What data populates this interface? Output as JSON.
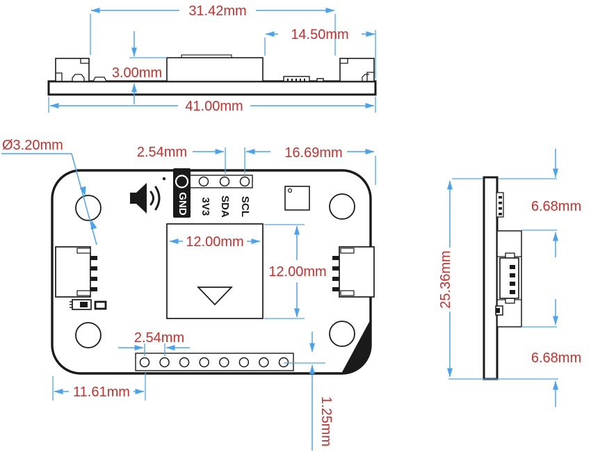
{
  "colors": {
    "dimension_line": "#4aa3ee",
    "dimension_text": "#c9302c",
    "drawing_ink": "#1a1a1a"
  },
  "top_view": {
    "dim_connector_span": "31.42mm",
    "dim_right_offset": "14.50mm",
    "dim_component_height": "3.00mm",
    "dim_board_width": "41.00mm"
  },
  "front_view": {
    "dim_hole_diameter": "Ø3.20mm",
    "dim_pin_pitch_top": "2.54mm",
    "dim_top_right_offset": "16.69mm",
    "dim_sensor_width": "12.00mm",
    "dim_sensor_height": "12.00mm",
    "dim_pin_pitch_bottom": "2.54mm",
    "dim_bottom_left_offset": "11.61mm",
    "dim_header_offset": "1.25mm",
    "pins": [
      {
        "label": "GND"
      },
      {
        "label": "3V3"
      },
      {
        "label": "SDA"
      },
      {
        "label": "SCL"
      }
    ]
  },
  "side_view": {
    "dim_top_offset": "6.68mm",
    "dim_board_height": "25.36mm",
    "dim_bottom_offset": "6.68mm"
  }
}
